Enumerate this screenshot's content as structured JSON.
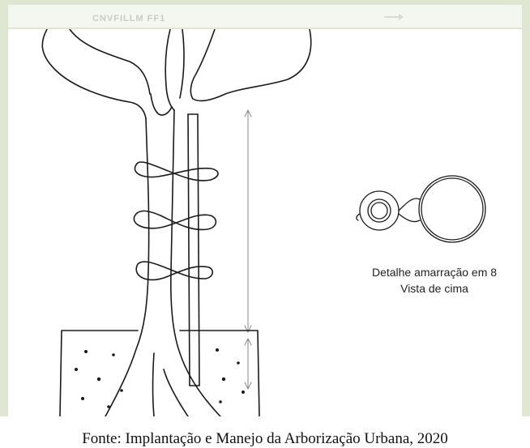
{
  "header": {
    "watermark": "CNVFILLM FF1"
  },
  "figure": {
    "detail_caption_line1": "Detalhe amarração em 8",
    "detail_caption_line2": "Vista de cima"
  },
  "footer": {
    "source": "Fonte: Implantação e Manejo da Arborização Urbana, 2020"
  }
}
